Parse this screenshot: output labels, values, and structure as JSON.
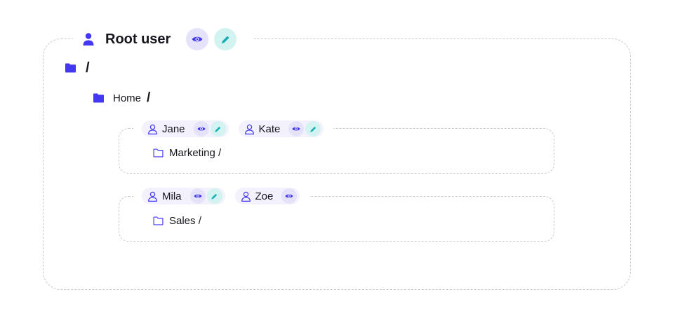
{
  "root": {
    "title": "Root user",
    "path": "/",
    "icons": [
      "person-icon",
      "eye-icon",
      "pencil-icon",
      "folder-filled-icon"
    ]
  },
  "home": {
    "label": "Home",
    "slash": "/"
  },
  "groups": [
    {
      "users": [
        {
          "name": "Jane",
          "permissions": [
            "view",
            "edit"
          ]
        },
        {
          "name": "Kate",
          "permissions": [
            "view",
            "edit"
          ]
        }
      ],
      "folder": "Marketing /"
    },
    {
      "users": [
        {
          "name": "Mila",
          "permissions": [
            "view",
            "edit"
          ]
        },
        {
          "name": "Zoe",
          "permissions": [
            "view"
          ]
        }
      ],
      "folder": "Sales /"
    }
  ],
  "colors": {
    "accent": "#4338ef",
    "view_badge": "#e4e3fb",
    "edit_badge": "#d3f3f1",
    "edit_icon": "#18aeb8",
    "chip_bg": "#f3f2fc",
    "dashed_border": "#c9c9ce"
  }
}
